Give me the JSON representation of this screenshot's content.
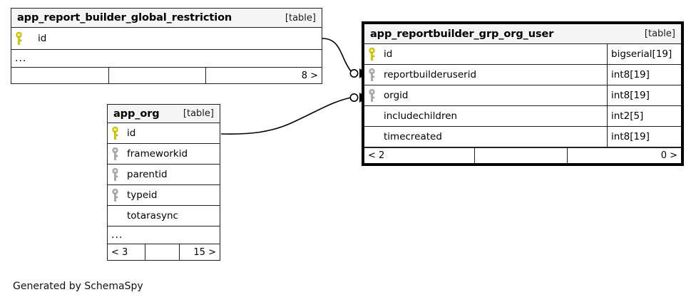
{
  "diagram": {
    "type": "entity-relationship-diagram",
    "credit": "Generated by SchemaSpy",
    "table_tag": "[table]",
    "ellipsis": "...",
    "colors": {
      "primary_key": "#e8e000",
      "foreign_key": "#b3b3b3",
      "border": "#202020",
      "header_background": "#f5f5f5",
      "background": "#ffffff"
    }
  },
  "tables": [
    {
      "id": "app_report_builder_global_restriction",
      "name": "app_report_builder_global_restriction",
      "tag": "[table]",
      "focal": false,
      "columns": [
        {
          "name": "id",
          "key": "primary-key",
          "type": ""
        }
      ],
      "has_ellipsis_row": true,
      "ellipsis": "...",
      "footer": {
        "left": "",
        "mid": "",
        "right": "8 >"
      }
    },
    {
      "id": "app_org",
      "name": "app_org",
      "tag": "[table]",
      "focal": false,
      "columns": [
        {
          "name": "id",
          "key": "primary-key",
          "type": ""
        },
        {
          "name": "frameworkid",
          "key": "foreign-key",
          "type": ""
        },
        {
          "name": "parentid",
          "key": "foreign-key",
          "type": ""
        },
        {
          "name": "typeid",
          "key": "foreign-key",
          "type": ""
        },
        {
          "name": "totarasync",
          "key": "none",
          "type": ""
        }
      ],
      "has_ellipsis_row": true,
      "ellipsis": "...",
      "footer": {
        "left": "< 3",
        "mid": "",
        "right": "15 >"
      }
    },
    {
      "id": "app_reportbuilder_grp_org_user",
      "name": "app_reportbuilder_grp_org_user",
      "tag": "[table]",
      "focal": true,
      "columns": [
        {
          "name": "id",
          "key": "primary-key",
          "type": "bigserial[19]"
        },
        {
          "name": "reportbuilderuserid",
          "key": "foreign-key",
          "type": "int8[19]"
        },
        {
          "name": "orgid",
          "key": "foreign-key",
          "type": "int8[19]"
        },
        {
          "name": "includechildren",
          "key": "none",
          "type": "int2[5]"
        },
        {
          "name": "timecreated",
          "key": "none",
          "type": "int8[19]"
        }
      ],
      "has_ellipsis_row": false,
      "ellipsis": "",
      "footer": {
        "left": "< 2",
        "mid": "",
        "right": "0 >"
      }
    }
  ],
  "relationships": [
    {
      "id": "rel-global-restriction-to-reportbuilderuserid",
      "from_table": "app_report_builder_global_restriction",
      "from_column": "id",
      "to_table": "app_reportbuilder_grp_org_user",
      "to_column": "reportbuilderuserid",
      "end_marker": "optional-many"
    },
    {
      "id": "rel-app-org-to-orgid",
      "from_table": "app_org",
      "from_column": "id",
      "to_table": "app_reportbuilder_grp_org_user",
      "to_column": "orgid",
      "end_marker": "optional-many"
    }
  ]
}
